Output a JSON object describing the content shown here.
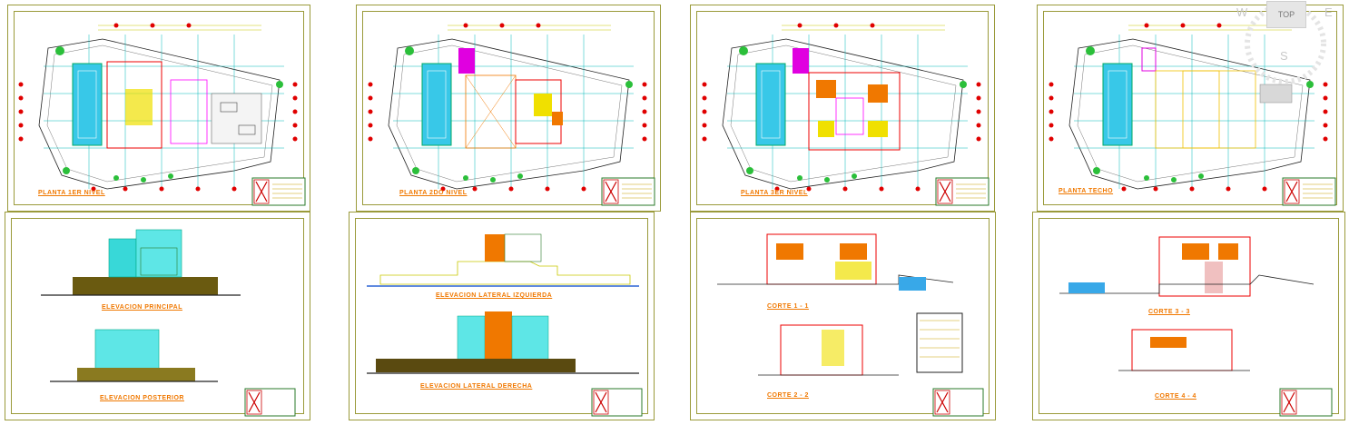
{
  "sheets": {
    "plan1_title": "PLANTA 1ER NIVEL",
    "plan2_title": "PLANTA 2DO NIVEL",
    "plan3_title": "PLANTA 3ER NIVEL",
    "plan4_title": "PLANTA TECHO",
    "elev_front": "ELEVACION PRINCIPAL",
    "elev_rear": "ELEVACION POSTERIOR",
    "elev_left": "ELEVACION LATERAL IZQUIERDA",
    "elev_right": "ELEVACION LATERAL DERECHA",
    "cut1": "CORTE 1 - 1",
    "cut2": "CORTE 2 - 2",
    "cut3": "CORTE 3 - 3",
    "cut4": "CORTE 4 - 4"
  },
  "viewcube": {
    "top_label": "TOP",
    "west": "W",
    "east": "E",
    "south": "S"
  }
}
